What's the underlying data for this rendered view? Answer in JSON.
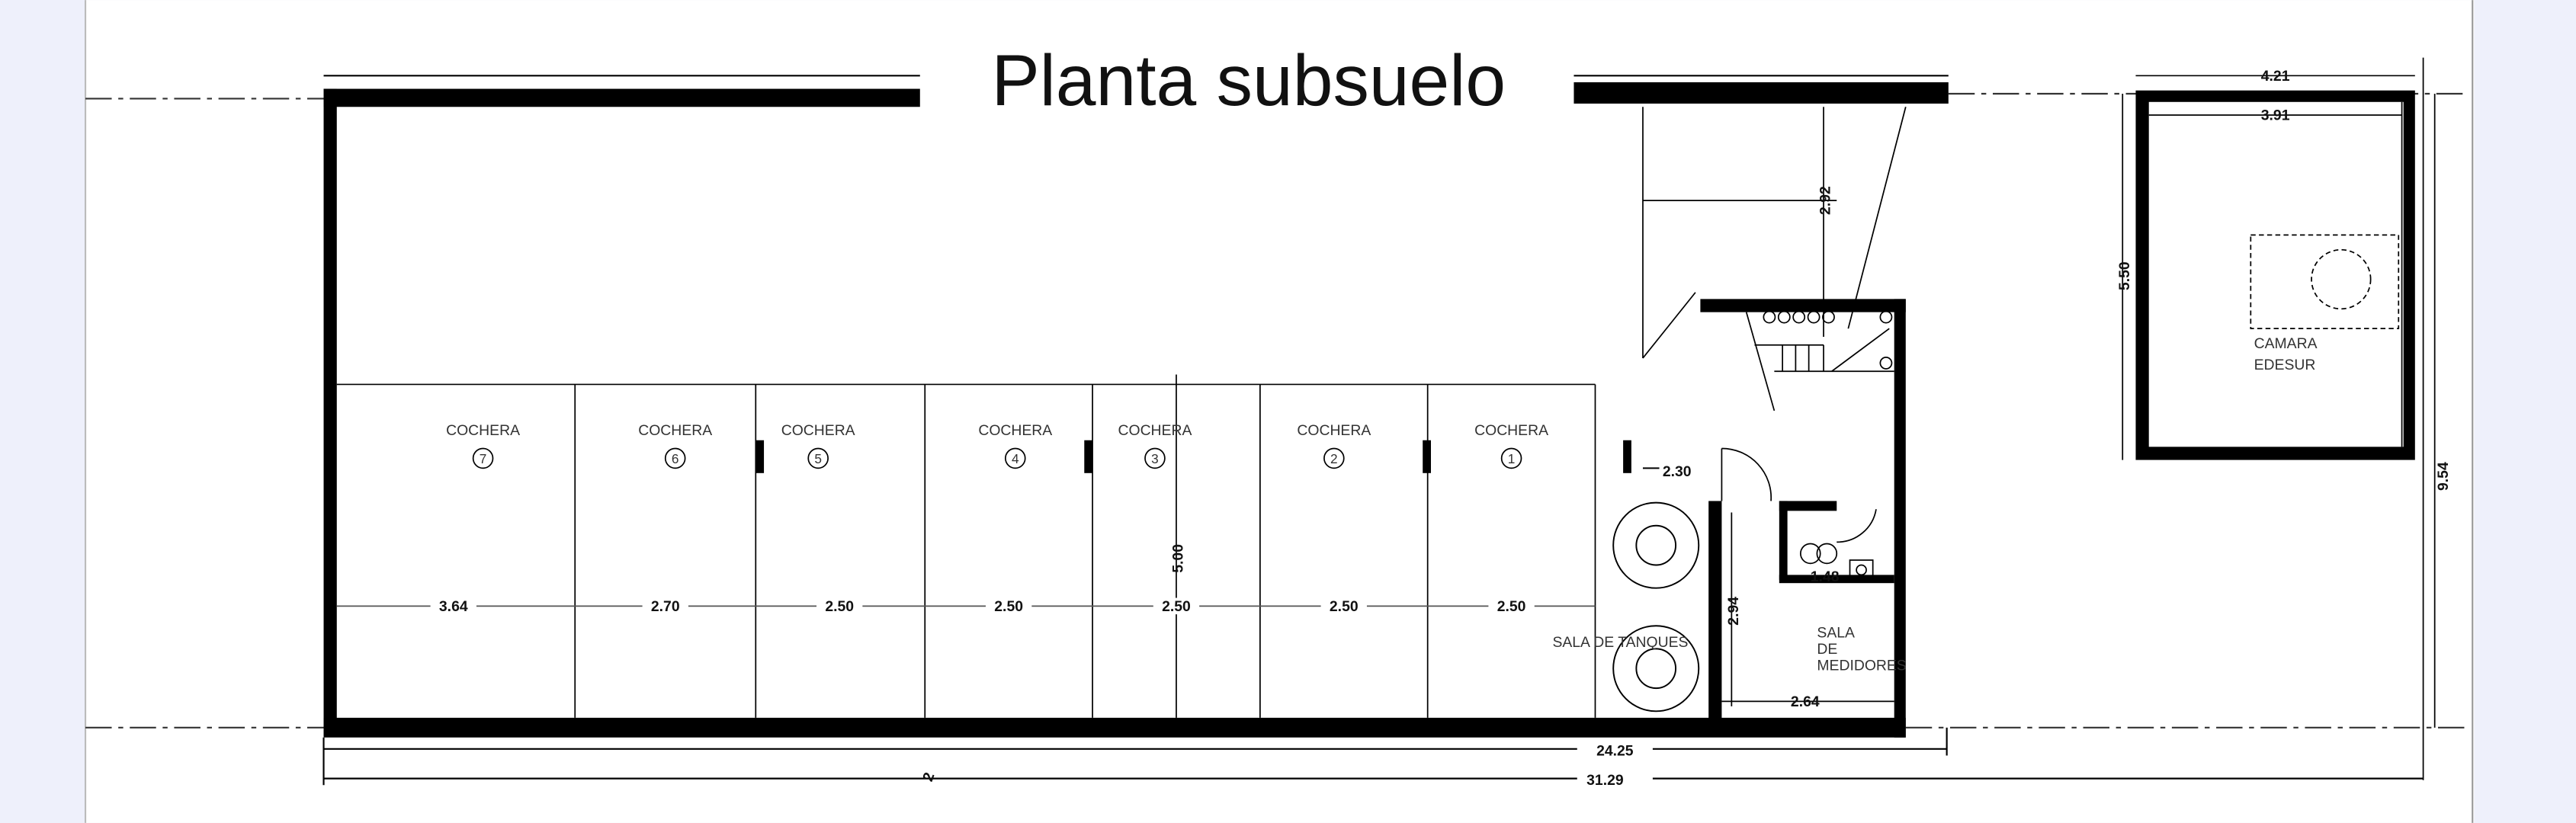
{
  "title": "Planta subsuelo",
  "cocheras": [
    {
      "label": "COCHERA",
      "number": "7",
      "width": "3.64"
    },
    {
      "label": "COCHERA",
      "number": "6",
      "width": "2.70"
    },
    {
      "label": "COCHERA",
      "number": "5",
      "width": "2.50"
    },
    {
      "label": "COCHERA",
      "number": "4",
      "width": "2.50"
    },
    {
      "label": "COCHERA",
      "number": "3",
      "width": "2.50"
    },
    {
      "label": "COCHERA",
      "number": "2",
      "width": "2.50"
    },
    {
      "label": "COCHERA",
      "number": "1",
      "width": "2.50"
    }
  ],
  "dimensions": {
    "depth_cocheras": "5.00",
    "stair": "2.92",
    "tank_level": "2.30",
    "medidores_height": "2.94",
    "medidores_width": "2.64",
    "bath": "1.48",
    "camara_outer_width": "4.21",
    "camara_inner_width": "3.91",
    "camara_depth": "5.50",
    "total_depth": "9.54",
    "building_length": "24.25",
    "lot_length": "31.29",
    "axis_mark": "2"
  },
  "rooms": {
    "tanques": "SALA DE TANQUES",
    "medidores_1": "SALA",
    "medidores_2": "DE",
    "medidores_3": "MEDIDORES",
    "camara_1": "CAMARA",
    "camara_2": "EDESUR"
  },
  "colors": {
    "side_panel": "#eef0fb",
    "sheet": "#ffffff",
    "ink": "#000000"
  }
}
